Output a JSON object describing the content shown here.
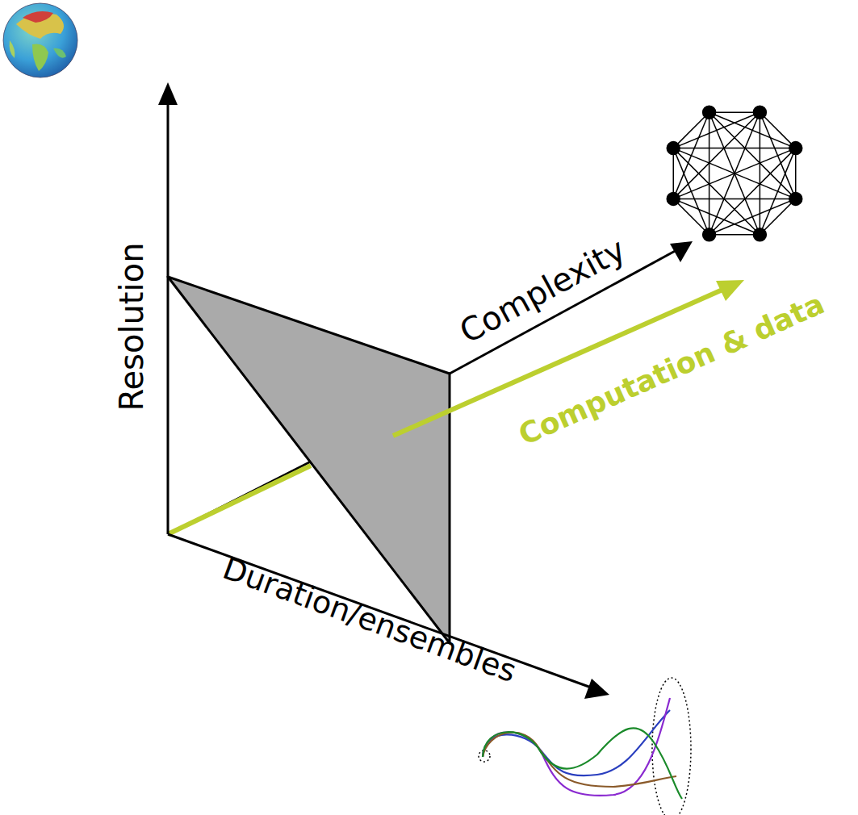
{
  "diagram": {
    "labels": [
      "Resolution",
      "Complexity",
      "Duration/ensembles",
      "Computation & data"
    ]
  }
}
